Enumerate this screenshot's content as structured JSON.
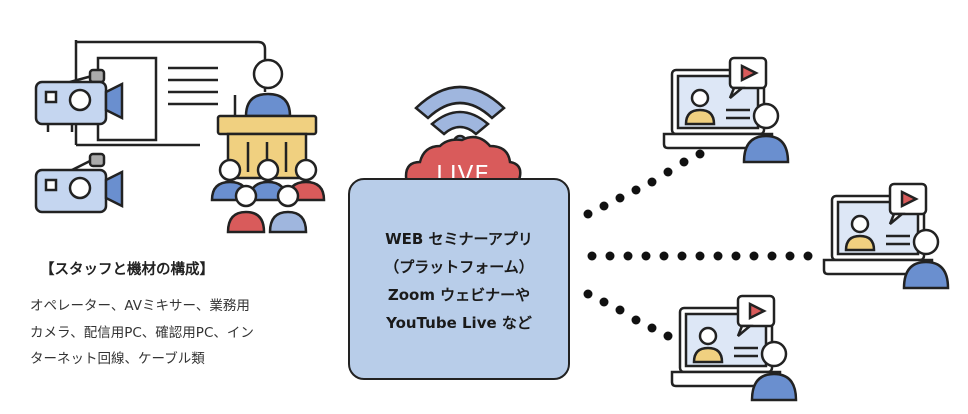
{
  "staff": {
    "title": "【スタッフと機材の構成】",
    "lines": [
      "オペレーター、AVミキサー、業務用",
      "カメラ、配信用PC、確認用PC、イン",
      "ターネット回線、ケーブル類"
    ]
  },
  "live_badge": "LIVE",
  "platform": {
    "lines": [
      "WEB セミナーアプリ",
      "（プラットフォーム）",
      "Zoom ウェビナーや",
      "YouTube Live など"
    ]
  },
  "colors": {
    "platform_fill": "#b8cde9",
    "cloud_red": "#d95b5b",
    "signal_blue": "#9fb6de",
    "person_blue": "#6a8fcf",
    "podium_yellow": "#f0d080",
    "camera_blue": "#c5d6f0"
  }
}
